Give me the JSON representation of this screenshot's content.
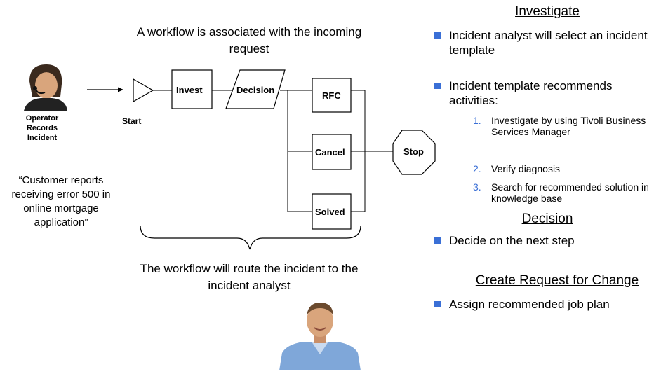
{
  "diagram": {
    "top_caption": "A workflow is associated with the incoming request",
    "bottom_caption": "The workflow will route the incident to the incident analyst",
    "operator_label": "Operator Records Incident",
    "start_label": "Start",
    "quote": "“Customer reports receiving error 500 in online mortgage application”",
    "nodes": {
      "invest": "Invest",
      "decision": "Decision",
      "rfc": "RFC",
      "cancel": "Cancel",
      "solved": "Solved",
      "stop": "Stop"
    }
  },
  "panel": {
    "investigate": {
      "title": "Investigate",
      "bullets": [
        "Incident analyst will select an incident template",
        "Incident template recommends activities:"
      ],
      "steps": [
        {
          "n": "1.",
          "text": "Investigate by using Tivoli Business Services Manager"
        },
        {
          "n": "2.",
          "text": "Verify diagnosis"
        },
        {
          "n": "3.",
          "text": "Search for recommended solution in knowledge base"
        }
      ]
    },
    "decision": {
      "title": "Decision",
      "bullets": [
        "Decide on the next step"
      ]
    },
    "rfc": {
      "title": "Create Request for Change",
      "bullets": [
        "Assign recommended job plan"
      ]
    }
  },
  "colors": {
    "bullet": "#3a6fd6",
    "shirt": "#7fa7d9",
    "skin": "#d9a57c"
  }
}
